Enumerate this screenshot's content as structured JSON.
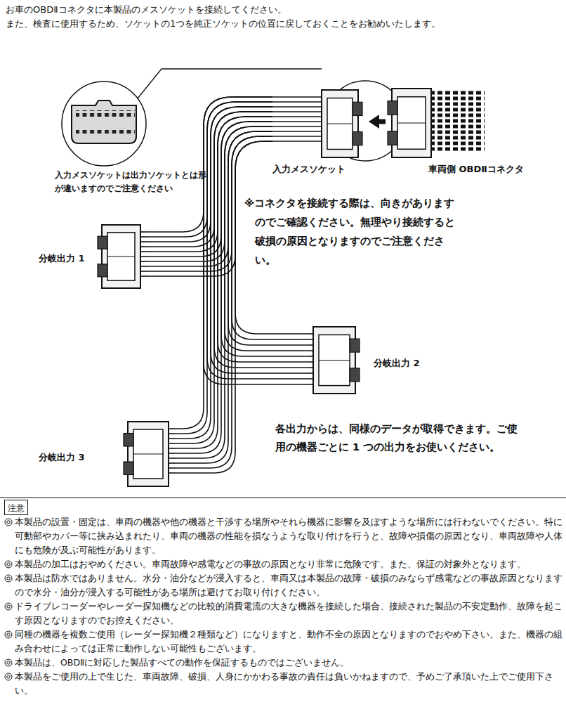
{
  "diagram": {
    "nodes": [
      {
        "text": [
          "入力メスソケット"
        ]
      },
      {
        "text": [
          "車両側 OBDⅡコネクタ"
        ]
      },
      {
        "text": [
          "分岐出力 1"
        ]
      },
      {
        "text": [
          "分岐出力 2"
        ]
      },
      {
        "text": [
          "分岐出力 3"
        ]
      },
      {
        "text": [
          "注意"
        ]
      }
    ],
    "edges": [
      {
        "from": 1,
        "to": 0,
        "arrow": "to"
      },
      {
        "from": 0,
        "to": 2,
        "arrow": "none"
      },
      {
        "from": 0,
        "to": 3,
        "arrow": "none"
      },
      {
        "from": 0,
        "to": 4,
        "arrow": "none"
      }
    ],
    "labels": [
      "お車のOBDⅡコネクタに本製品のメスソケットを接続してください。",
      "また、検査に使用するため、ソケットの1つを純正ソケットの位置に戻しておくことをお勧めいたします。",
      "入力メスソケットは出力ソケットとは形が違いますのでご注意ください",
      "※コネクタを接続する際は、向きがありますのでご確認ください。無理やり接続すると破損の原因となりますのでご注意ください。",
      "各出力からは、同様のデータが取得できます。ご使用の機器ごとに 1 つの出力をお使いください。",
      "本製品の設置・固定は、車両の機器や他の機器と干渉する場所やそれら機器に影響を及ぼすような場所には行わないでください。特に可動部やカバー等に挟み込まれたり、車両の機器の性能を損なうような取り付けを行うと、故障や損傷の原因となり、車両故障や人体にも危険が及ぶ可能性があります。",
      "本製品の加工はおやめください。車両故障や感電などの事故の原因となり非常に危険です。また、保証の対象外となります。",
      "本製品は防水ではありません。水分・油分などが浸入すると、車両又は本製品の故障・破損のみならず感電などの事故原因となりますので水分・油分が浸入する可能性がある場所は避けてお取り付けください。",
      "ドライブレコーダーやレーダー探知機などの比較的消費電流の大きな機器を接続した場合、接続された製品の不安定動作、故障を起こす原因となりますのでお控えください。",
      "同種の機器を複数ご使用（レーダー探知機２種類など）になりますと、動作不全の原因となりますのでおやめ下さい。また、機器の組み合わせによっては正常に動作しない可能性もございます。",
      "本製品は、OBDⅡに対応した製品すべての動作を保証するものではございません。",
      "本製品をご使用の上で生じた、車両故障、破損、人身にかかわる事故の責任は負いかねますので、予めご了承頂いた上でご使用下さい。"
    ]
  }
}
